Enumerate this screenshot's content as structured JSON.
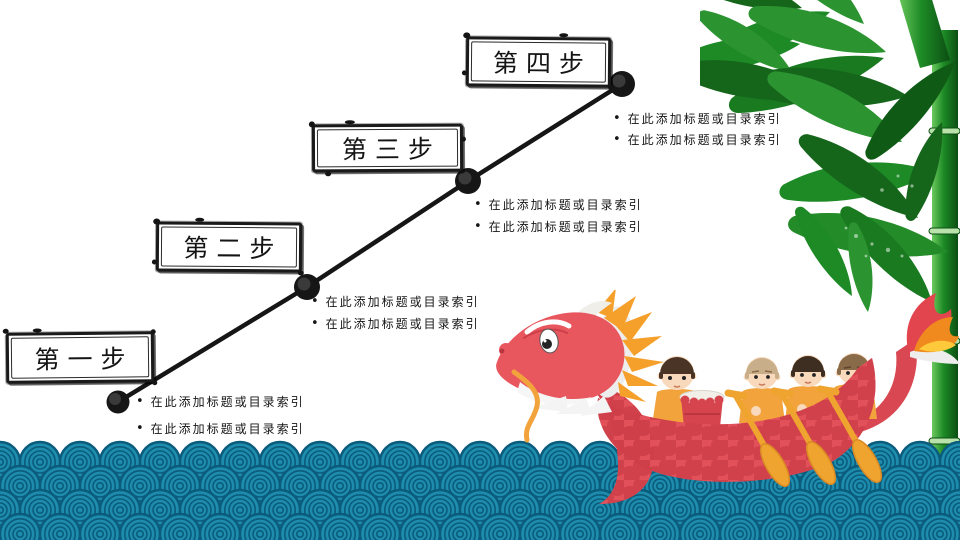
{
  "slide": {
    "background": "#ffffff",
    "theme": "dragon-boat-festival-steps"
  },
  "bullet_marker": "•",
  "steps": [
    {
      "label": "第一步",
      "bullets": [
        "在此添加标题或目录索引",
        "在此添加标题或目录索引"
      ]
    },
    {
      "label": "第二步",
      "bullets": [
        "在此添加标题或目录索引",
        "在此添加标题或目录索引"
      ]
    },
    {
      "label": "第三步",
      "bullets": [
        "在此添加标题或目录索引",
        "在此添加标题或目录索引"
      ]
    },
    {
      "label": "第四步",
      "bullets": [
        "在此添加标题或目录索引",
        "在此添加标题或目录索引"
      ]
    }
  ],
  "colors": {
    "ink": "#161616",
    "wave_fill": "#1e8cac",
    "wave_line": "#0b5c7c",
    "dragon_red": "#e8575e",
    "dragon_red_dark": "#cf3f49",
    "mane_orange": "#f6a02c",
    "flame_orange": "#f08a1e",
    "flame_yellow": "#ffc93c",
    "skin": "#f8d9bb",
    "shirt_orange": "#f2a33c",
    "paddle_yellow": "#efa42f",
    "paddle_edge": "#d98a24",
    "hair_light": "#c9ae8a",
    "hair_dark": "#3e2e22",
    "hair_mid": "#8a6b49",
    "drum_red": "#d6454e",
    "bamboo_dark": "#15661b",
    "bamboo_mid": "#2b9330",
    "bamboo_light": "#5cc453"
  }
}
